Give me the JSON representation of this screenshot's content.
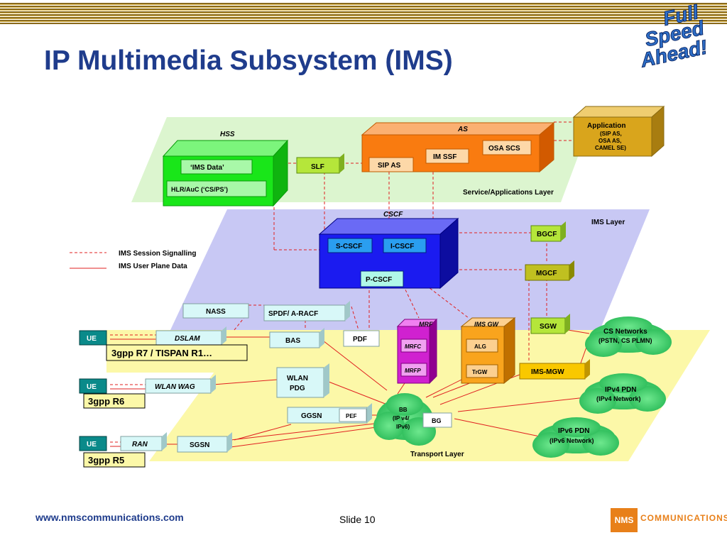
{
  "slide": {
    "title": "IP Multimedia Subsystem (IMS)",
    "logo_lines": [
      "Full",
      "Speed",
      "Ahead!"
    ],
    "footer_url": "www.nmscommunications.com",
    "slide_number": "Slide 10",
    "company_logo": {
      "box": "NMS",
      "word": "COMMUNICATIONS"
    }
  },
  "diagram": {
    "layers": {
      "service": "Service/Applications Layer",
      "ims": "IMS Layer",
      "transport": "Transport Layer"
    },
    "hss": {
      "title": "HSS",
      "items": [
        "‘IMS Data’",
        "HLR/AuC (‘CS/PS’)"
      ]
    },
    "as": {
      "title": "AS",
      "items": [
        "SIP AS",
        "IM SSF",
        "OSA SCS"
      ]
    },
    "application": {
      "title": "Application",
      "lines": [
        "(SIP AS,",
        "OSA AS,",
        "CAMEL SE)"
      ]
    },
    "slf": "SLF",
    "cscf": {
      "title": "CSCF",
      "items": [
        "S-CSCF",
        "I-CSCF",
        "P-CSCF"
      ]
    },
    "bgcf": "BGCF",
    "mgcf": "MGCF",
    "sgw": "SGW",
    "ims_mgw": "IMS-MGW",
    "legend": {
      "signalling": "IMS Session Signalling",
      "user_plane": "IMS User Plane Data"
    },
    "nass": "NASS",
    "spdf": "SPDF/ A-RACF",
    "dslam": "DSLAM",
    "bas": "BAS",
    "pdf": "PDF",
    "mrf": {
      "title": "MRF",
      "items": [
        "MRFC",
        "MRFP"
      ]
    },
    "ims_gw": {
      "title": "IMS GW",
      "items": [
        "ALG",
        "TrGW"
      ]
    },
    "ue": [
      "UE",
      "UE",
      "UE"
    ],
    "release_labels": [
      "3gpp R7 /  TISPAN R1…",
      "3gpp R6",
      "3gpp R5"
    ],
    "wlan_wag": "WLAN WAG",
    "wlan_pdg": [
      "WLAN",
      "PDG"
    ],
    "ggsn": "GGSN",
    "pef": "PEF",
    "bb": [
      "BB",
      "(IP v4/",
      "IPv6)"
    ],
    "bg": "BG",
    "ran": "RAN",
    "sgsn": "SGSN",
    "clouds": {
      "cs": {
        "title": "CS Networks",
        "sub": "(PSTN, CS PLMN)"
      },
      "ipv4": {
        "title": "IPv4 PDN",
        "sub": "(IPv4 Network)"
      },
      "ipv6": {
        "title": "IPv6 PDN",
        "sub": "(IPv6 Network)"
      }
    },
    "colors": {
      "service_layer": "#dcf5cf",
      "ims_layer": "#c8c8f4",
      "transport_layer": "#fcf8a8",
      "hss": "#19e619",
      "as": "#f97b10",
      "cscf": "#1b1bf0",
      "mrf": "#d021d0",
      "ims_gw": "#f9a41d",
      "application": "#d9a51c",
      "signalling_line": "#e02020",
      "cloud": "#3ad06a"
    }
  }
}
